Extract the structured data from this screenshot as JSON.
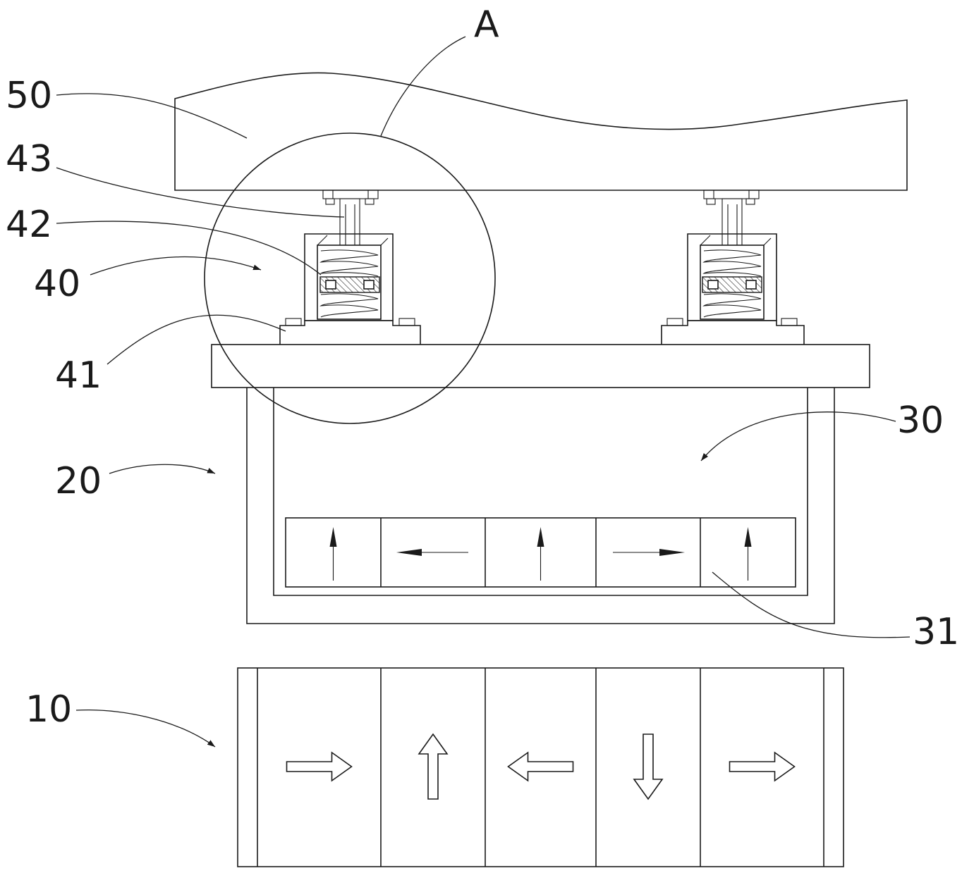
{
  "labels": {
    "A": "A",
    "l50": "50",
    "l43": "43",
    "l42": "42",
    "l40": "40",
    "l41": "41",
    "l30": "30",
    "l20": "20",
    "l31": "31",
    "l10": "10"
  },
  "array_31_directions": [
    "up",
    "left",
    "up",
    "right",
    "up"
  ],
  "array_10_directions": [
    "right",
    "up",
    "left",
    "down",
    "right"
  ],
  "colors": {
    "line": "#1a1a1a",
    "background": "#ffffff"
  }
}
